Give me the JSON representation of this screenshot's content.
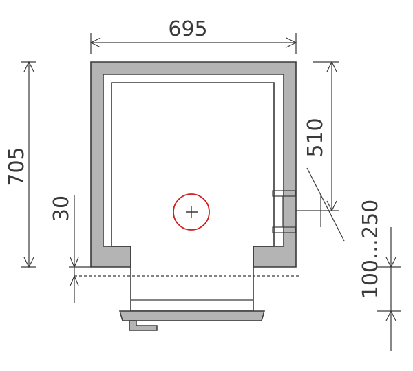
{
  "dimensions": {
    "width_top": "695",
    "height_left": "705",
    "offset_left": "30",
    "depth_right": "510",
    "range_right": "100…250"
  },
  "colors": {
    "wall_fill": "#b4b4b4",
    "line": "#3a3a3a",
    "center_marker": "#d21e1e"
  },
  "icons": {
    "center": "crosshair-circle-icon"
  }
}
